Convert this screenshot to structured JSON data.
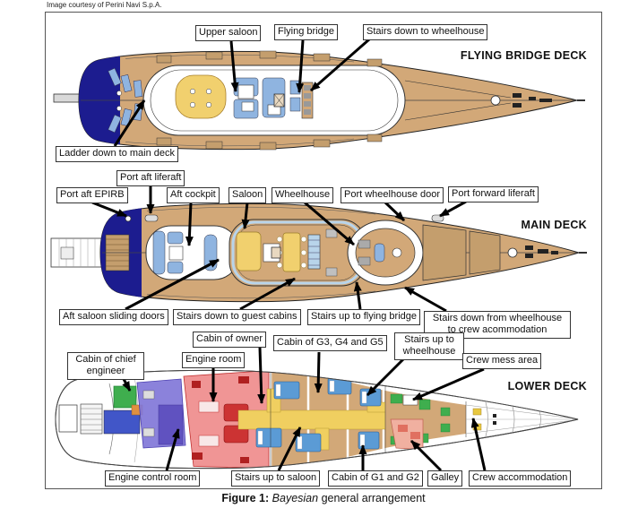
{
  "credit": "Image courtesy of Perini Navi S.p.A.",
  "deck_titles": [
    {
      "label": "FLYING BRIDGE DECK"
    },
    {
      "label": "MAIN DECK"
    },
    {
      "label": "LOWER DECK"
    }
  ],
  "callouts": [
    {
      "text": "Upper saloon"
    },
    {
      "text": "Flying bridge"
    },
    {
      "text": "Stairs down to wheelhouse"
    },
    {
      "text": "Ladder down to main deck"
    },
    {
      "text": "Port aft liferaft"
    },
    {
      "text": "Port aft EPIRB"
    },
    {
      "text": "Aft cockpit"
    },
    {
      "text": "Saloon"
    },
    {
      "text": "Wheelhouse"
    },
    {
      "text": "Port wheelhouse door"
    },
    {
      "text": "Port forward liferaft"
    },
    {
      "text": "Aft saloon sliding doors"
    },
    {
      "text": "Stairs down to guest cabins"
    },
    {
      "text": "Stairs up to flying bridge"
    },
    {
      "text": "Stairs down from wheelhouse to crew acommodation"
    },
    {
      "text": "Cabin of owner"
    },
    {
      "text": "Cabin of G3, G4 and G5"
    },
    {
      "text": "Stairs up to wheelhouse"
    },
    {
      "text": "Cabin of chief engineer"
    },
    {
      "text": "Engine room"
    },
    {
      "text": "Crew mess area"
    },
    {
      "text": "Engine control room"
    },
    {
      "text": "Stairs up to saloon"
    },
    {
      "text": "Cabin of G1 and G2"
    },
    {
      "text": "Galley"
    },
    {
      "text": "Crew accommodation"
    }
  ],
  "caption": {
    "figure_label": "Figure 1:",
    "vessel_name": "Bayesian",
    "suffix": "general arrangement"
  },
  "colors": {
    "deck_tan": "#d2a878",
    "hatch_tan": "#c49e6d",
    "hull_navy": "#1c1c8f",
    "furniture_blue": "#8fb4e0",
    "saloon_yellow": "#f1d06e",
    "engine_room_red": "#ef8f8f",
    "engine_control_purple": "#8177d8",
    "chief_cabin_green": "#3fae4e",
    "galley_pink": "#f0b0a0",
    "corridor_yellow": "#f0cf60",
    "bed_blue": "#5b9bd5"
  }
}
